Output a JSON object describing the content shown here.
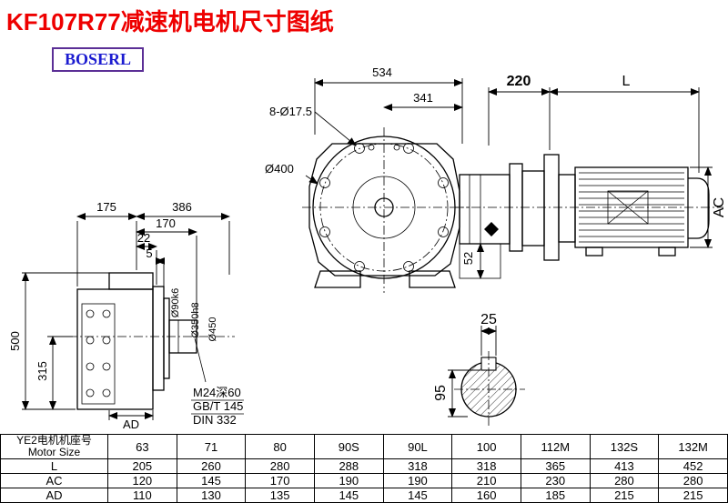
{
  "page": {
    "title": "KF107R77减速机电机尺寸图纸",
    "logo": "BOSERL"
  },
  "front_view": {
    "dim_width_total": "534",
    "dim_width_partial": "341",
    "bolt_holes": "8-Ø17.5",
    "flange_diameter": "Ø400"
  },
  "side_view": {
    "dim_motor_offset": "220",
    "dim_length": "L",
    "dim_ac": "AC",
    "dim_52": "52"
  },
  "left_view": {
    "dim_175": "175",
    "dim_386": "386",
    "dim_170": "170",
    "dim_22": "22",
    "dim_5": "5",
    "dim_500": "500",
    "dim_315": "315",
    "dim_shaft": "Ø90k6",
    "dim_spigot": "Ø350h8",
    "dim_flange": "Ø450",
    "dim_ad": "AD",
    "note_tap": "M24深60",
    "note_gb": "GB/T 145",
    "note_din": "DIN 332"
  },
  "shaft_section": {
    "dim_key_width": "25",
    "dim_height": "95"
  },
  "table": {
    "header": {
      "label_cn": "YE2电机机座号",
      "label_en": "Motor Size",
      "sizes": [
        "63",
        "71",
        "80",
        "90S",
        "90L",
        "100",
        "112M",
        "132S",
        "132M"
      ]
    },
    "rows": [
      {
        "label": "L",
        "values": [
          "205",
          "260",
          "280",
          "288",
          "318",
          "318",
          "365",
          "413",
          "452"
        ]
      },
      {
        "label": "AC",
        "values": [
          "120",
          "145",
          "170",
          "190",
          "190",
          "210",
          "230",
          "280",
          "280"
        ]
      },
      {
        "label": "AD",
        "values": [
          "110",
          "130",
          "135",
          "145",
          "145",
          "160",
          "185",
          "215",
          "215"
        ]
      }
    ]
  }
}
